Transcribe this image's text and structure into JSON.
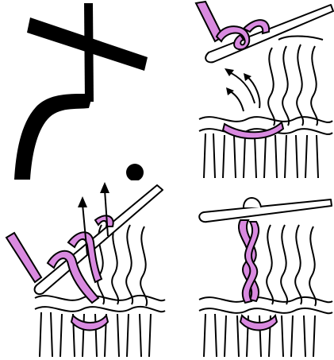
{
  "colors": {
    "ink": "#000000",
    "yarn_accent": "#d98ae0",
    "background": "#ffffff"
  },
  "panels": [
    {
      "id": "symbol",
      "icon": "treble-crochet-symbol-icon"
    },
    {
      "id": "step-1",
      "icon": "yarn-over-insert-hook-icon"
    },
    {
      "id": "step-2",
      "icon": "pull-through-loops-icon"
    },
    {
      "id": "step-3",
      "icon": "finished-treble-stitch-icon"
    }
  ]
}
